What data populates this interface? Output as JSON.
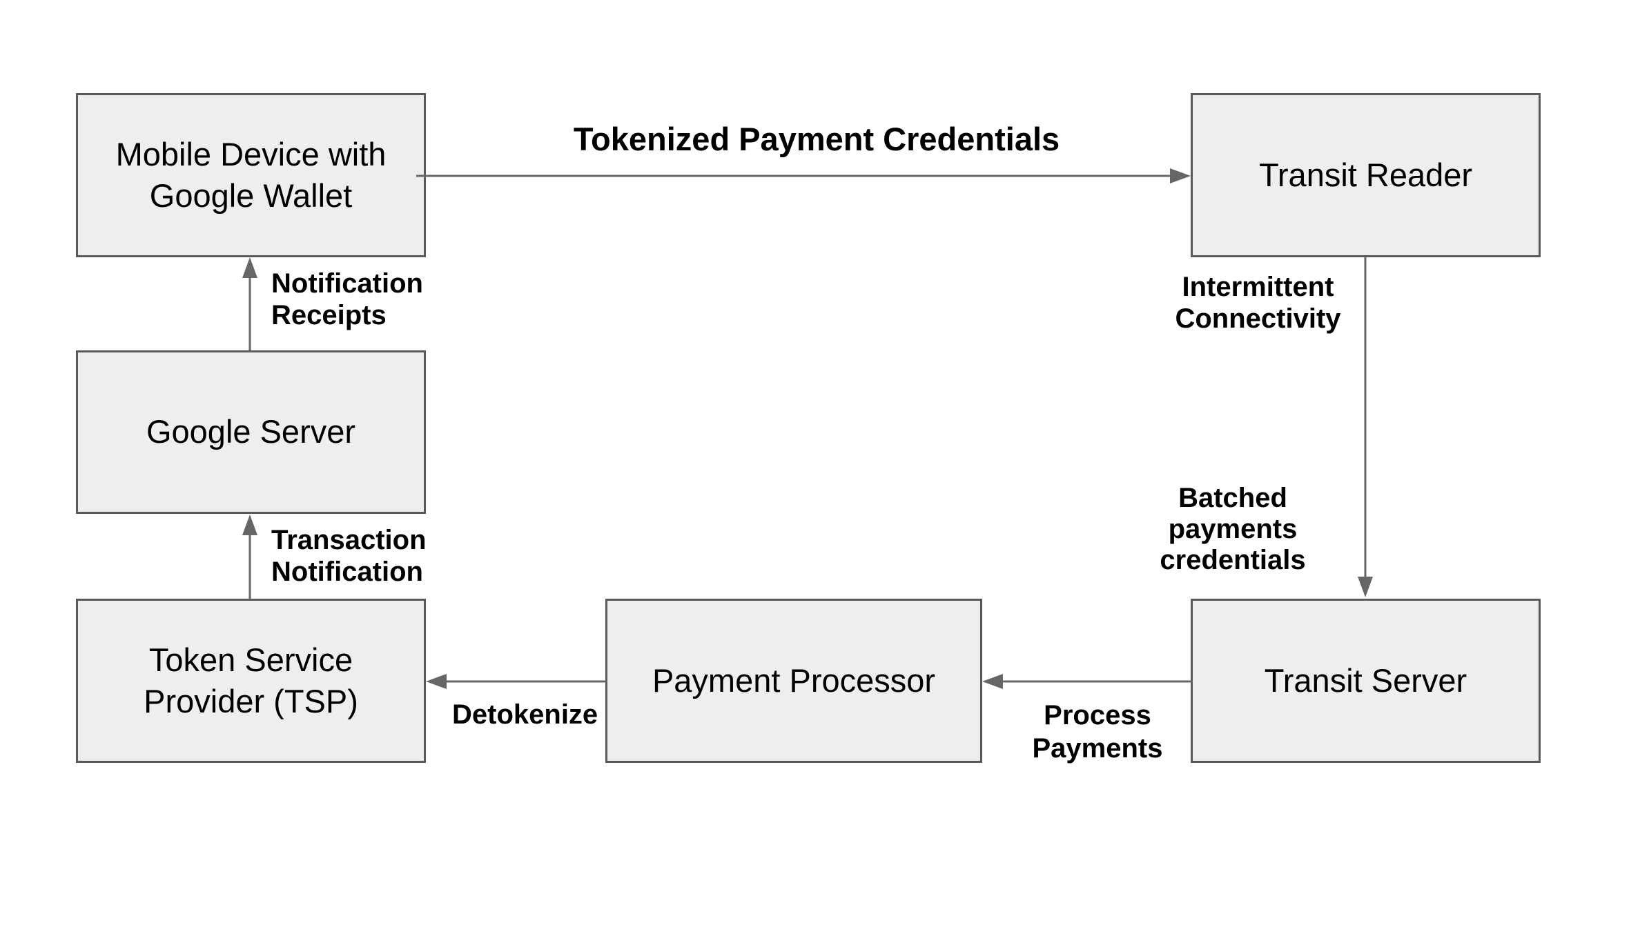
{
  "colors": {
    "node_fill": "#eeeeee",
    "node_border": "#595959",
    "arrow": "#666666",
    "text": "#000000"
  },
  "nodes": {
    "mobile_wallet": {
      "lines": [
        "Mobile Device with",
        "Google Wallet"
      ]
    },
    "transit_reader": {
      "lines": [
        "Transit Reader"
      ]
    },
    "google_server": {
      "lines": [
        "Google Server"
      ]
    },
    "tsp": {
      "lines": [
        "Token Service",
        "Provider (TSP)"
      ]
    },
    "payment_processor": {
      "lines": [
        "Payment Processor"
      ]
    },
    "transit_server": {
      "lines": [
        "Transit Server"
      ]
    }
  },
  "edges": {
    "tokenized": {
      "label": "Tokenized Payment Credentials"
    },
    "notification_receipts": {
      "lines": [
        "Notification",
        "Receipts"
      ]
    },
    "transaction_notification": {
      "lines": [
        "Transaction",
        "Notification"
      ]
    },
    "intermittent_connectivity": {
      "lines": [
        "Intermittent",
        "Connectivity"
      ]
    },
    "batched_payments": {
      "lines": [
        "Batched",
        "payments",
        "credentials"
      ]
    },
    "process_payments": {
      "lines": [
        "Process",
        "Payments"
      ]
    },
    "detokenize": {
      "label": "Detokenize"
    }
  }
}
